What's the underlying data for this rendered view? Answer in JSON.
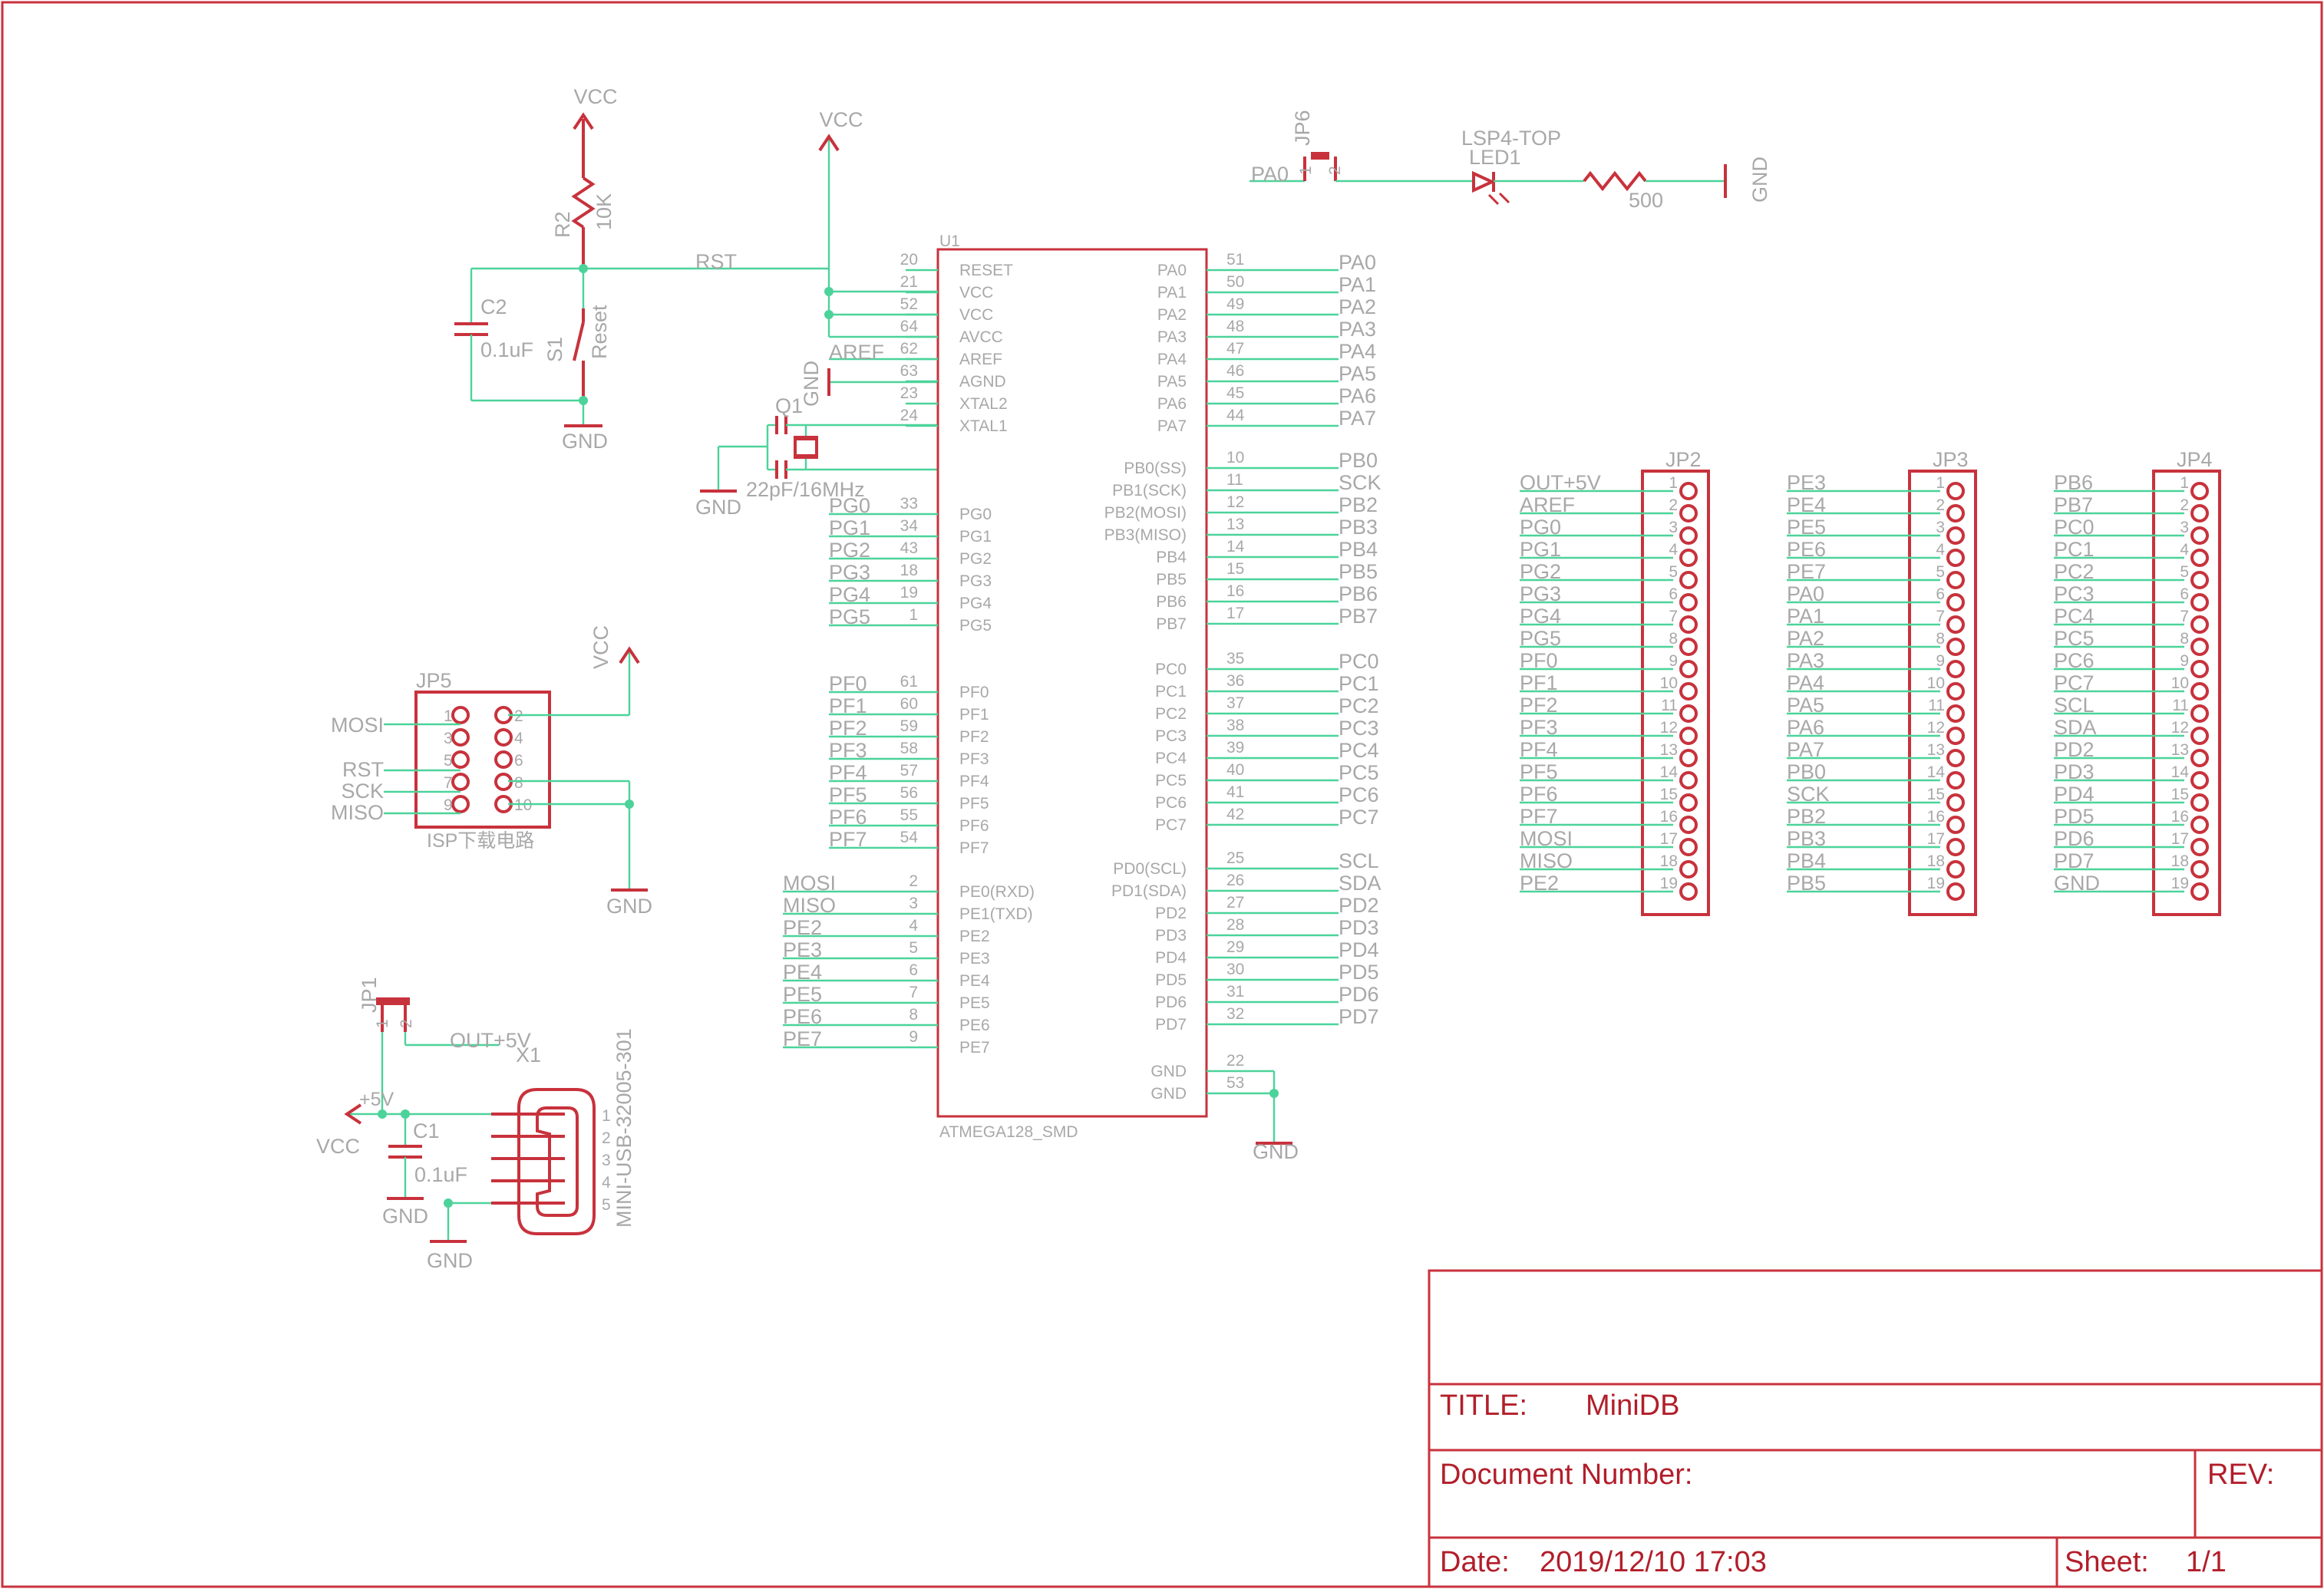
{
  "u1": {
    "ref": "U1",
    "value": "ATMEGA128_SMD",
    "left_pins": [
      {
        "num": "20",
        "name": "RESET",
        "net": ""
      },
      {
        "num": "21",
        "name": "VCC",
        "net": ""
      },
      {
        "num": "52",
        "name": "VCC",
        "net": ""
      },
      {
        "num": "64",
        "name": "AVCC",
        "net": ""
      },
      {
        "num": "62",
        "name": "AREF",
        "net": "AREF"
      },
      {
        "num": "63",
        "name": "AGND",
        "net": ""
      },
      {
        "num": "23",
        "name": "XTAL2",
        "net": ""
      },
      {
        "num": "24",
        "name": "XTAL1",
        "net": ""
      },
      {
        "num": "33",
        "name": "PG0",
        "net": "PG0"
      },
      {
        "num": "34",
        "name": "PG1",
        "net": "PG1"
      },
      {
        "num": "43",
        "name": "PG2",
        "net": "PG2"
      },
      {
        "num": "18",
        "name": "PG3",
        "net": "PG3"
      },
      {
        "num": "19",
        "name": "PG4",
        "net": "PG4"
      },
      {
        "num": "1",
        "name": "PG5",
        "net": "PG5"
      },
      {
        "num": "61",
        "name": "PF0",
        "net": "PF0"
      },
      {
        "num": "60",
        "name": "PF1",
        "net": "PF1"
      },
      {
        "num": "59",
        "name": "PF2",
        "net": "PF2"
      },
      {
        "num": "58",
        "name": "PF3",
        "net": "PF3"
      },
      {
        "num": "57",
        "name": "PF4",
        "net": "PF4"
      },
      {
        "num": "56",
        "name": "PF5",
        "net": "PF5"
      },
      {
        "num": "55",
        "name": "PF6",
        "net": "PF6"
      },
      {
        "num": "54",
        "name": "PF7",
        "net": "PF7"
      },
      {
        "num": "2",
        "name": "PE0(RXD)",
        "net": "MOSI"
      },
      {
        "num": "3",
        "name": "PE1(TXD)",
        "net": "MISO"
      },
      {
        "num": "4",
        "name": "PE2",
        "net": "PE2"
      },
      {
        "num": "5",
        "name": "PE3",
        "net": "PE3"
      },
      {
        "num": "6",
        "name": "PE4",
        "net": "PE4"
      },
      {
        "num": "7",
        "name": "PE5",
        "net": "PE5"
      },
      {
        "num": "8",
        "name": "PE6",
        "net": "PE6"
      },
      {
        "num": "9",
        "name": "PE7",
        "net": "PE7"
      }
    ],
    "right_pins": [
      {
        "num": "51",
        "name": "PA0",
        "net": "PA0"
      },
      {
        "num": "50",
        "name": "PA1",
        "net": "PA1"
      },
      {
        "num": "49",
        "name": "PA2",
        "net": "PA2"
      },
      {
        "num": "48",
        "name": "PA3",
        "net": "PA3"
      },
      {
        "num": "47",
        "name": "PA4",
        "net": "PA4"
      },
      {
        "num": "46",
        "name": "PA5",
        "net": "PA5"
      },
      {
        "num": "45",
        "name": "PA6",
        "net": "PA6"
      },
      {
        "num": "44",
        "name": "PA7",
        "net": "PA7"
      },
      {
        "num": "10",
        "name": "PB0(SS)",
        "net": "PB0"
      },
      {
        "num": "11",
        "name": "PB1(SCK)",
        "net": "SCK"
      },
      {
        "num": "12",
        "name": "PB2(MOSI)",
        "net": "PB2"
      },
      {
        "num": "13",
        "name": "PB3(MISO)",
        "net": "PB3"
      },
      {
        "num": "14",
        "name": "PB4",
        "net": "PB4"
      },
      {
        "num": "15",
        "name": "PB5",
        "net": "PB5"
      },
      {
        "num": "16",
        "name": "PB6",
        "net": "PB6"
      },
      {
        "num": "17",
        "name": "PB7",
        "net": "PB7"
      },
      {
        "num": "35",
        "name": "PC0",
        "net": "PC0"
      },
      {
        "num": "36",
        "name": "PC1",
        "net": "PC1"
      },
      {
        "num": "37",
        "name": "PC2",
        "net": "PC2"
      },
      {
        "num": "38",
        "name": "PC3",
        "net": "PC3"
      },
      {
        "num": "39",
        "name": "PC4",
        "net": "PC4"
      },
      {
        "num": "40",
        "name": "PC5",
        "net": "PC5"
      },
      {
        "num": "41",
        "name": "PC6",
        "net": "PC6"
      },
      {
        "num": "42",
        "name": "PC7",
        "net": "PC7"
      },
      {
        "num": "25",
        "name": "PD0(SCL)",
        "net": "SCL"
      },
      {
        "num": "26",
        "name": "PD1(SDA)",
        "net": "SDA"
      },
      {
        "num": "27",
        "name": "PD2",
        "net": "PD2"
      },
      {
        "num": "28",
        "name": "PD3",
        "net": "PD3"
      },
      {
        "num": "29",
        "name": "PD4",
        "net": "PD4"
      },
      {
        "num": "30",
        "name": "PD5",
        "net": "PD5"
      },
      {
        "num": "31",
        "name": "PD6",
        "net": "PD6"
      },
      {
        "num": "32",
        "name": "PD7",
        "net": "PD7"
      },
      {
        "num": "22",
        "name": "GND",
        "net": ""
      },
      {
        "num": "53",
        "name": "GND",
        "net": ""
      }
    ]
  },
  "headers": [
    {
      "ref": "JP2",
      "pins": [
        "OUT+5V",
        "AREF",
        "PG0",
        "PG1",
        "PG2",
        "PG3",
        "PG4",
        "PG5",
        "PF0",
        "PF1",
        "PF2",
        "PF3",
        "PF4",
        "PF5",
        "PF6",
        "PF7",
        "MOSI",
        "MISO",
        "PE2"
      ]
    },
    {
      "ref": "JP3",
      "pins": [
        "PE3",
        "PE4",
        "PE5",
        "PE6",
        "PE7",
        "PA0",
        "PA1",
        "PA2",
        "PA3",
        "PA4",
        "PA5",
        "PA6",
        "PA7",
        "PB0",
        "SCK",
        "PB2",
        "PB3",
        "PB4",
        "PB5"
      ]
    },
    {
      "ref": "JP4",
      "pins": [
        "PB6",
        "PB7",
        "PC0",
        "PC1",
        "PC2",
        "PC3",
        "PC4",
        "PC5",
        "PC6",
        "PC7",
        "SCL",
        "SDA",
        "PD2",
        "PD3",
        "PD4",
        "PD5",
        "PD6",
        "PD7",
        "GND"
      ]
    }
  ],
  "reset": {
    "vcc": "VCC",
    "r_ref": "R2",
    "r_val": "10K",
    "c_ref": "C2",
    "c_val": "0.1uF",
    "s_ref": "S1",
    "s_val": "Reset",
    "gnd": "GND",
    "net": "RST",
    "vcc2": "VCC"
  },
  "crystal": {
    "ref": "Q1",
    "val": "22pF/16MHz",
    "gnd": "GND",
    "agnd": "GND",
    "aref": "AREF"
  },
  "led": {
    "jp": "JP6",
    "jp_p1": "1",
    "jp_p2": "2",
    "pa0": "PA0",
    "led_val": "LSP4-TOP",
    "led_ref": "LED1",
    "r_val": "500",
    "gnd": "GND"
  },
  "isp": {
    "ref": "JP5",
    "caption": "ISP下载电路",
    "vcc": "VCC",
    "gnd": "GND",
    "left_nums": [
      "1",
      "3",
      "5",
      "7",
      "9"
    ],
    "right_nums": [
      "2",
      "4",
      "6",
      "8",
      "10"
    ],
    "labels": {
      "mosi": "MOSI",
      "rst": "RST",
      "sck": "SCK",
      "miso": "MISO"
    }
  },
  "usb": {
    "jp": "JP1",
    "jp_p1": "1",
    "jp_p2": "2",
    "out": "OUT+5V",
    "x_ref": "X1",
    "x_val": "MINI-USB-32005-301",
    "p5v": "+5V",
    "vcc": "VCC",
    "c_ref": "C1",
    "c_val": "0.1uF",
    "gnd1": "GND",
    "gnd2": "GND",
    "pins": [
      "1",
      "2",
      "3",
      "4",
      "5"
    ]
  },
  "gnd_u1": "GND",
  "title_block": {
    "title_label": "TITLE:",
    "title": "MiniDB",
    "doc_label": "Document Number:",
    "rev_label": "REV:",
    "date_label": "Date:",
    "date": "2019/12/10 17:03",
    "sheet_label": "Sheet:",
    "sheet": "1/1"
  }
}
